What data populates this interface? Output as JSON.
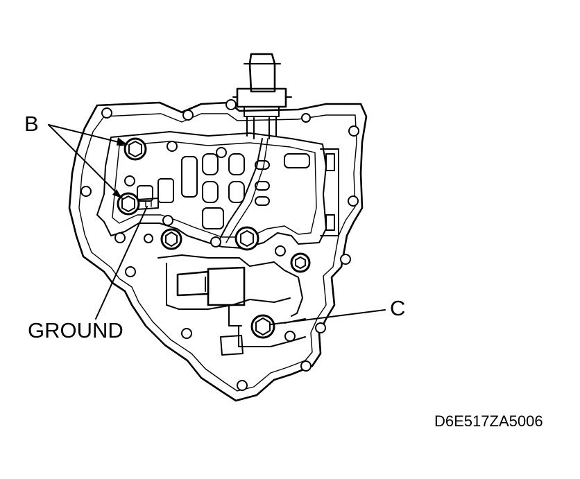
{
  "labels": {
    "b": "B",
    "ground": "GROUND",
    "c": "C",
    "figure_code": "D6E517ZA5006"
  },
  "colors": {
    "ink": "#000000",
    "paper": "#ffffff"
  }
}
